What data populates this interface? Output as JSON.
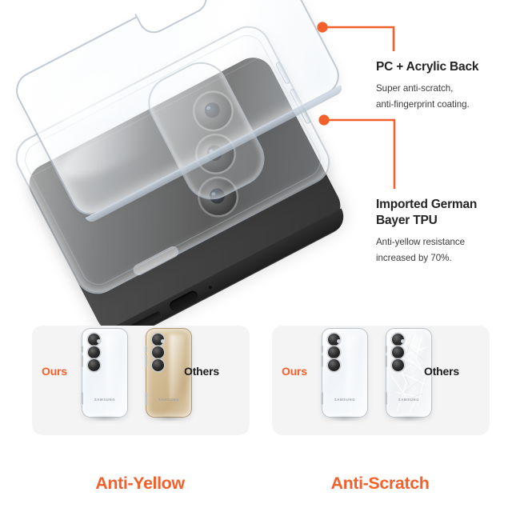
{
  "brand_color": "#f4602b",
  "hero": {
    "callouts": [
      {
        "id": "pc-acrylic-back",
        "title": "PC + Acrylic Back",
        "desc_line_1": "Super anti-scratch,",
        "desc_line_2": "anti-fingerprint coating."
      },
      {
        "id": "bayer-tpu",
        "title_line_1": "Imported German",
        "title_line_2": "Bayer TPU",
        "desc_line_1": "Anti-yellow resistance",
        "desc_line_2": "increased by 70%."
      }
    ],
    "phone_brand": "SAMSUNG"
  },
  "compare": {
    "panels": [
      {
        "id": "anti-yellow",
        "title": "Anti-Yellow",
        "ours_label": "Ours",
        "others_label": "Others",
        "ours_state": "clear",
        "others_state": "yellowed",
        "brand": "SAMSUNG"
      },
      {
        "id": "anti-scratch",
        "title": "Anti-Scratch",
        "ours_label": "Ours",
        "others_label": "Others",
        "ours_state": "clear",
        "others_state": "scratched",
        "brand": "SAMSUNG"
      }
    ]
  }
}
